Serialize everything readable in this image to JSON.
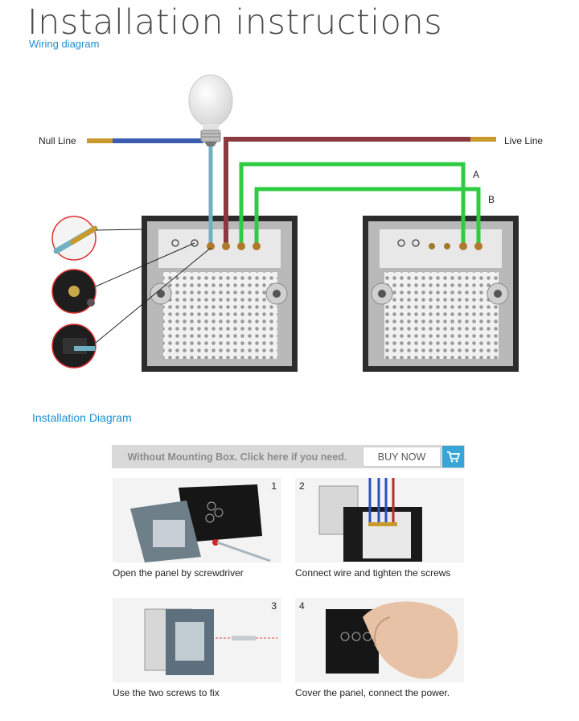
{
  "header": {
    "title": "Installation instructions",
    "subtitle": "Wiring diagram"
  },
  "wiring": {
    "null_line": "Null Line",
    "live_line": "Live Line",
    "line_a": "A",
    "line_b": "B",
    "colors": {
      "null": "#3c5cb0",
      "live": "#8b3a3f",
      "traveller": "#2ecc40",
      "lamp_to_switch": "#6fb1c2"
    }
  },
  "installation": {
    "title": "Installation Diagram",
    "banner_text": "Without Mounting Box. Click here if you need.",
    "buy_label": "BUY NOW",
    "steps": [
      {
        "num": "1",
        "caption": "Open the panel by screwdriver"
      },
      {
        "num": "2",
        "caption": "Connect wire and tighten the screws"
      },
      {
        "num": "3",
        "caption": "Use the two screws to fix"
      },
      {
        "num": "4",
        "caption": "Cover the panel, connect the power."
      }
    ]
  }
}
